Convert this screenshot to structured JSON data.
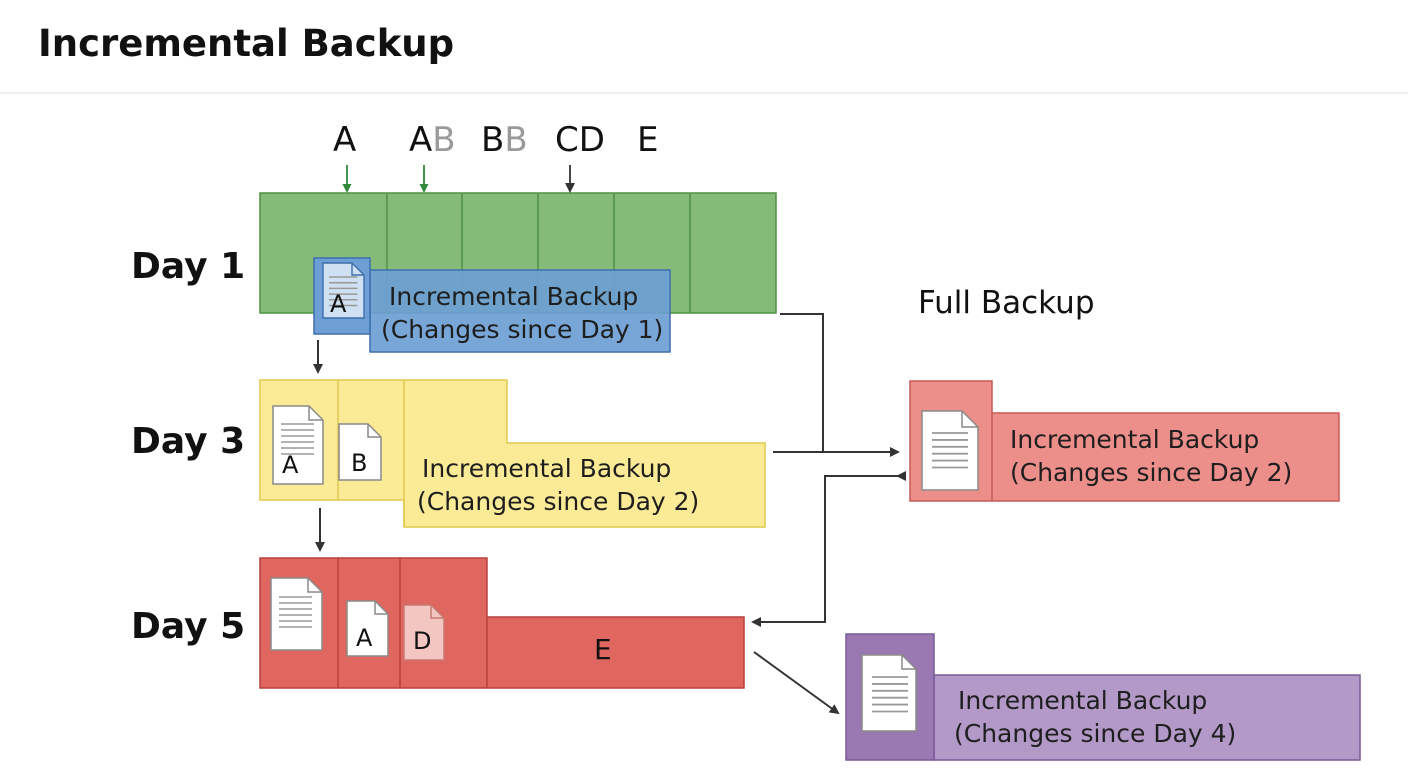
{
  "header": {
    "title": "Incremental Backup"
  },
  "top_files": [
    {
      "main": "A",
      "faded": ""
    },
    {
      "main": "A",
      "faded": "B"
    },
    {
      "main": "B",
      "faded": "B"
    },
    {
      "main": "CD",
      "faded": ""
    },
    {
      "main": "E",
      "faded": ""
    }
  ],
  "days": {
    "day1": {
      "label": "Day 1",
      "doc_letter": "A",
      "caption_line1": "Incremental Backup",
      "caption_line2": "(Changes since Day 1)"
    },
    "day3": {
      "label": "Day 3",
      "doc_letters": [
        "A",
        "B"
      ],
      "caption_line1": "Incremental Backup",
      "caption_line2": "(Changes since Day 2)"
    },
    "day5": {
      "label": "Day 5",
      "doc_letters": [
        "A",
        "D"
      ],
      "cell_letter": "E"
    }
  },
  "full_backup": {
    "label": "Full Backup",
    "caption_line1": "Incremental Backup",
    "caption_line2": "(Changes since Day 2)"
  },
  "day4_backup": {
    "caption_line1": "Incremental Backup",
    "caption_line2": "(Changes since Day 4)"
  },
  "colors": {
    "green": "#85bb78",
    "green_border": "#4e9144",
    "blue": "#6d9fd4",
    "blue_border": "#3d6fae",
    "yellow": "#fbea96",
    "yellow_border": "#e1c94f",
    "red": "#e0675f",
    "red_border": "#b9413b",
    "pink": "#ec8e8a",
    "pink_border": "#c65a56",
    "purple": "#b399c8",
    "purple_dark": "#9a79b2",
    "purple_border": "#7a5a98",
    "arrow": "#333333",
    "arrow_green": "#2f8a3a"
  },
  "icons": [
    "document-icon",
    "arrow-down-icon",
    "arrow-right-icon",
    "arrow-left-icon"
  ]
}
